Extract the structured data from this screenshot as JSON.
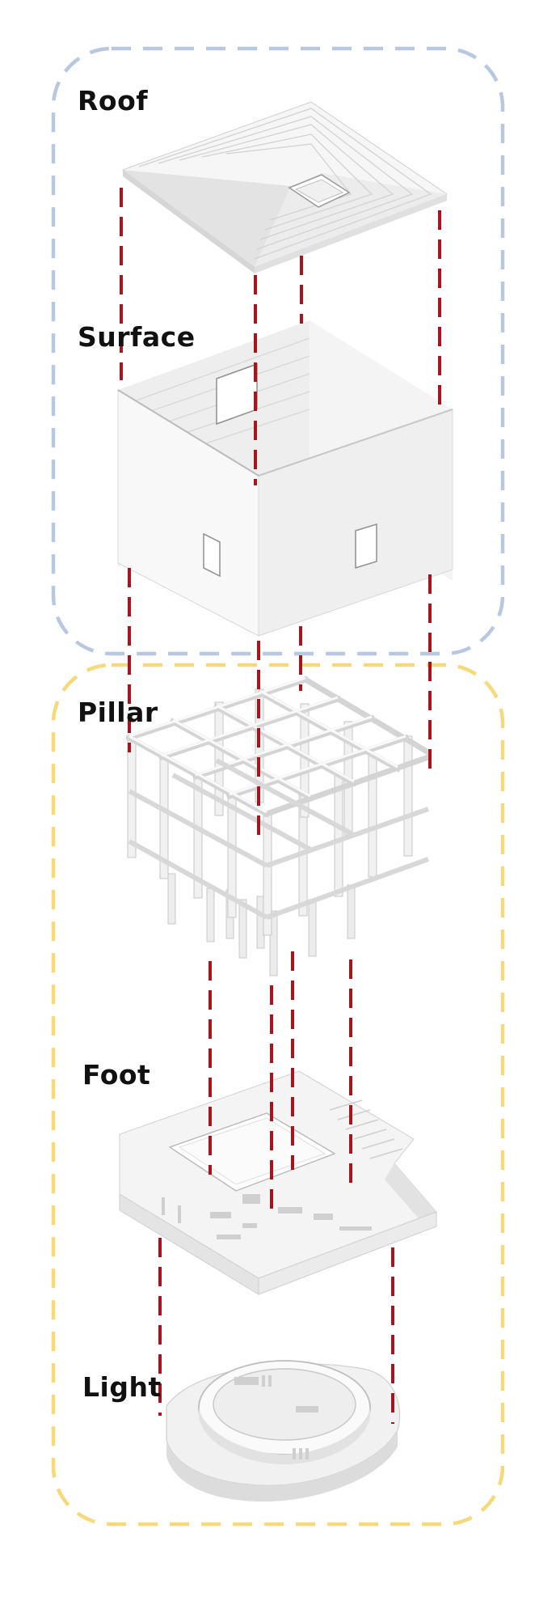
{
  "labels": {
    "roof": "Roof",
    "surface": "Surface",
    "pillar": "Pillar",
    "foot": "Foot",
    "light": "Light"
  },
  "colors": {
    "upper_group_dash": "#b7c8e0",
    "lower_group_dash": "#f7d97a",
    "connector_line": "#a8141b",
    "model_light": "#f6f6f6",
    "model_mid": "#e8e8e8",
    "model_dark": "#d4d4d4",
    "model_edge": "#c2c2c2"
  }
}
